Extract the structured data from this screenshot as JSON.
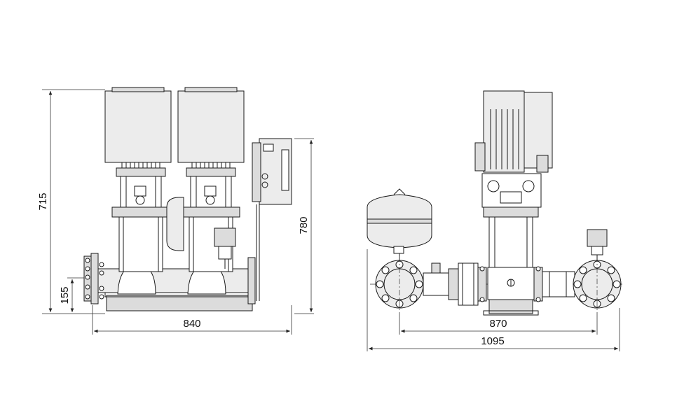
{
  "dimensions": {
    "front_total_height": "715",
    "front_inlet_height": "155",
    "front_width": "840",
    "front_panel_height": "780",
    "side_flange_distance": "870",
    "side_total_width": "1095"
  }
}
